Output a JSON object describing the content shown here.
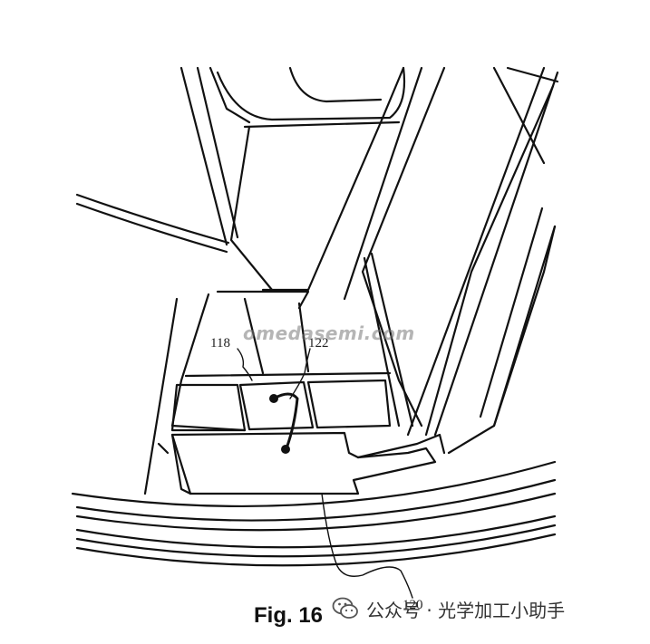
{
  "figure": {
    "caption": "Fig. 16",
    "labels": {
      "l118": "118",
      "l122": "122",
      "l120": "120"
    },
    "watermark": "omedasemi.com",
    "social": {
      "icon": "wechat-icon",
      "text": "公众号 · 光学加工小助手"
    }
  }
}
